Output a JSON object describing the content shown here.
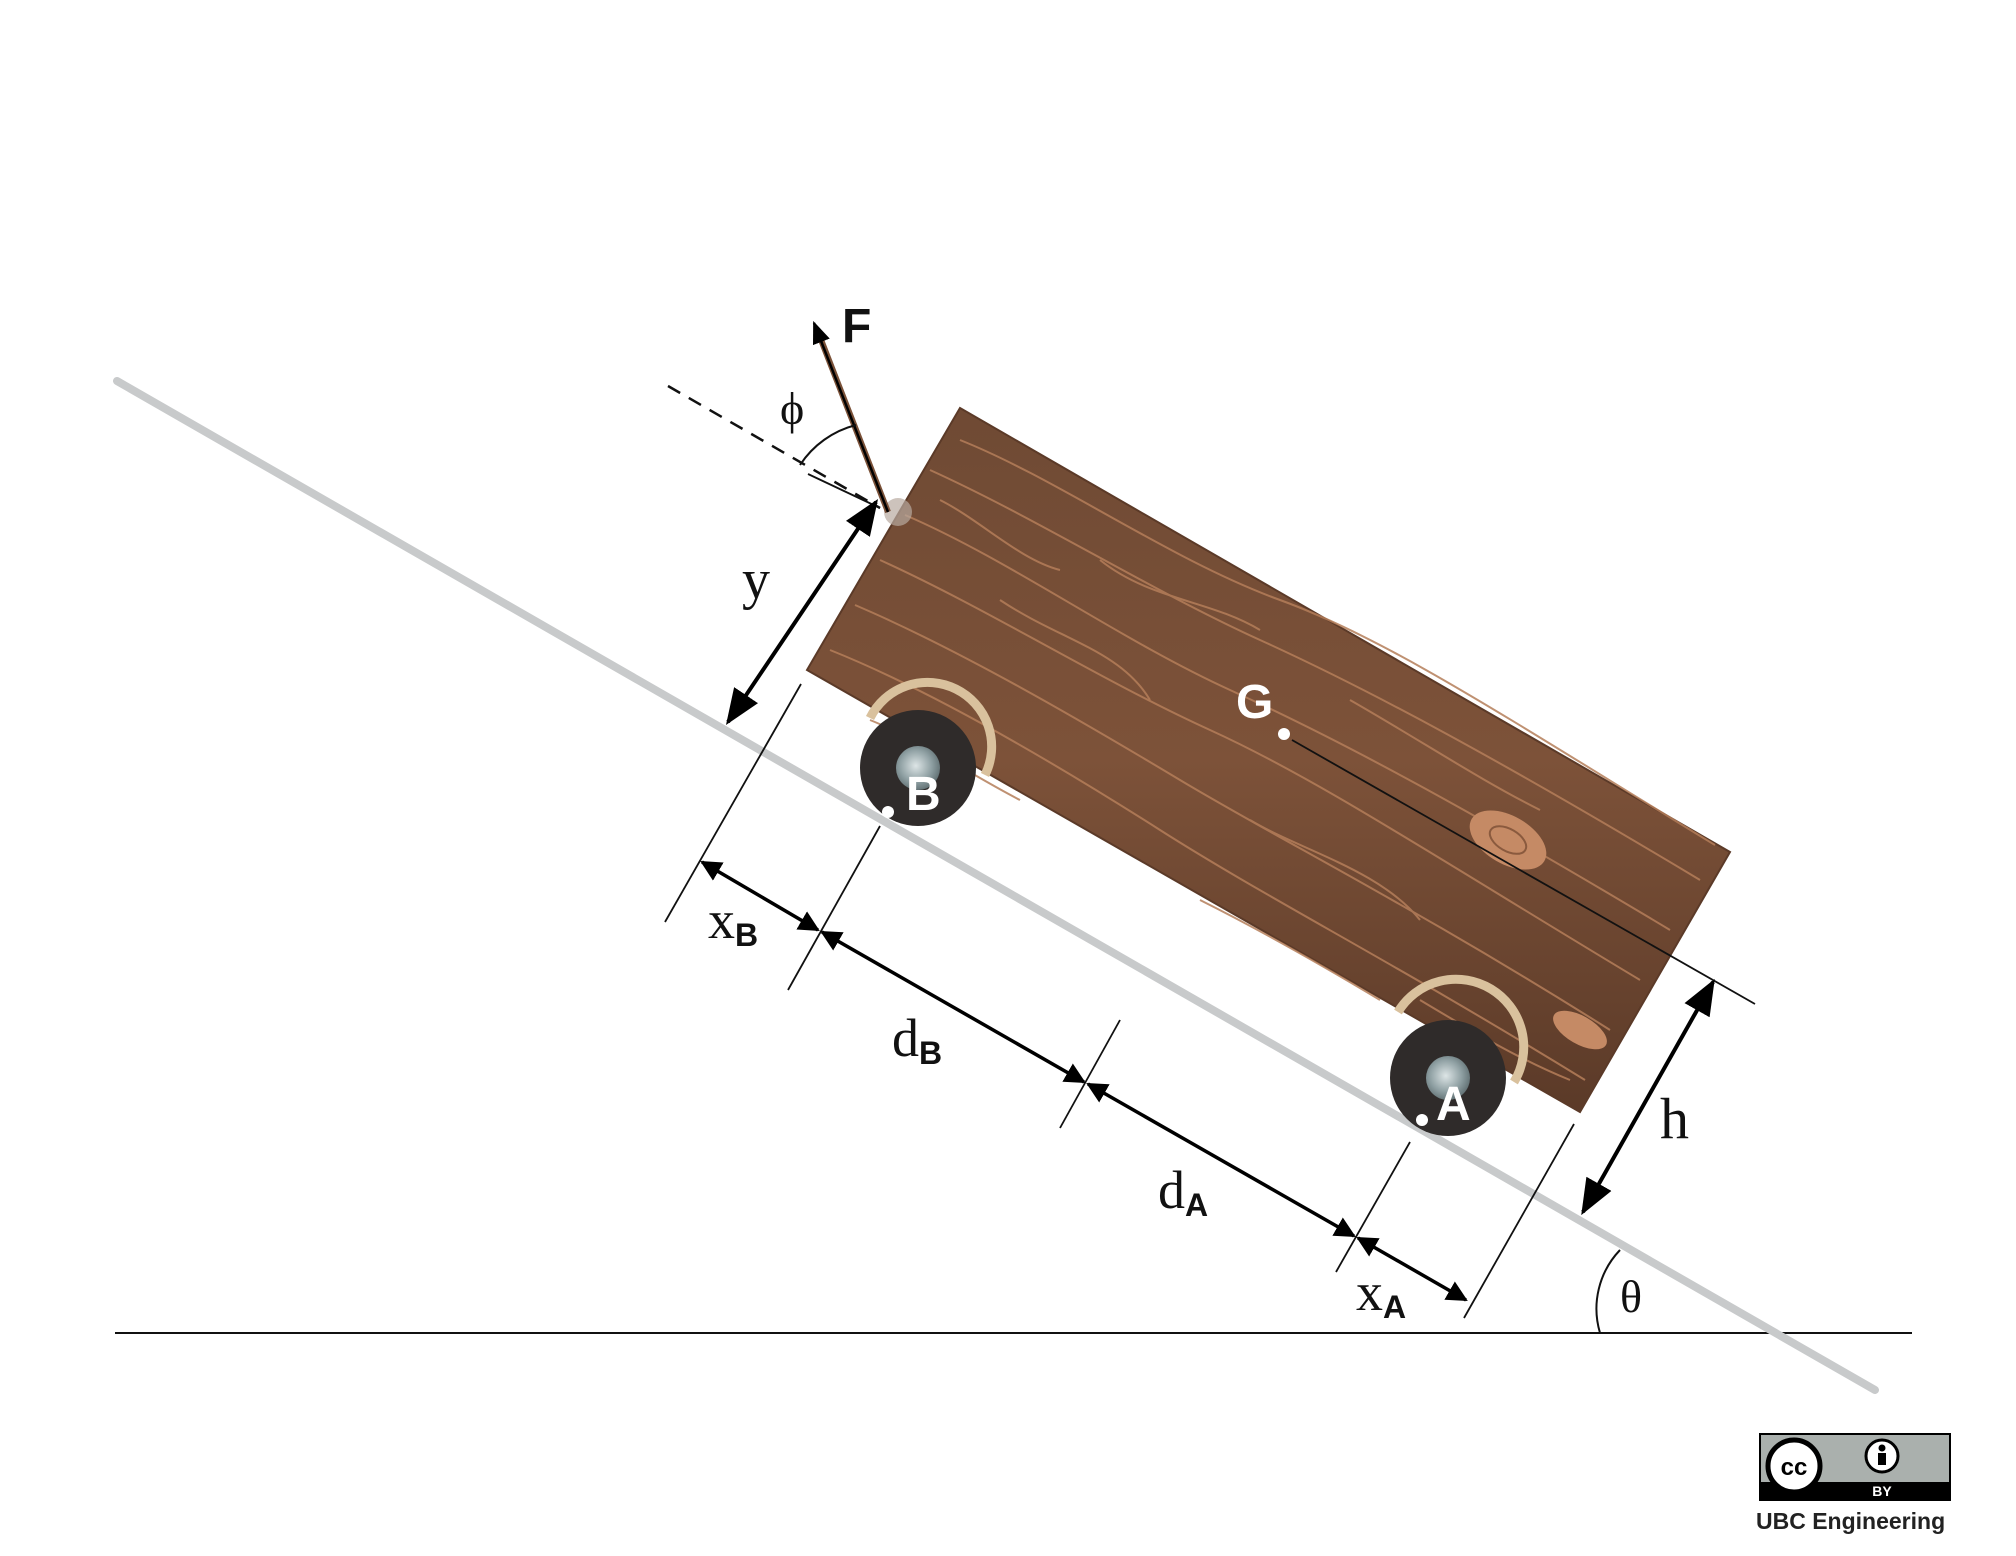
{
  "labels": {
    "force": "F",
    "phi": "ϕ",
    "y": "y",
    "g": "G",
    "b": "B",
    "a": "A",
    "xb_main": "x",
    "xb_sub": "B",
    "db_main": "d",
    "db_sub": "B",
    "da_main": "d",
    "da_sub": "A",
    "xa_main": "x",
    "xa_sub": "A",
    "h": "h",
    "theta": "θ"
  },
  "license": {
    "cc": "cc",
    "by": "BY"
  },
  "footer": "UBC Engineering",
  "colors": {
    "wood": "#7a5138",
    "wood_grain": "#b57e5a",
    "incline": "#c8cacb",
    "wheel": "#2f2b2a",
    "fender": "#d9c19d"
  }
}
